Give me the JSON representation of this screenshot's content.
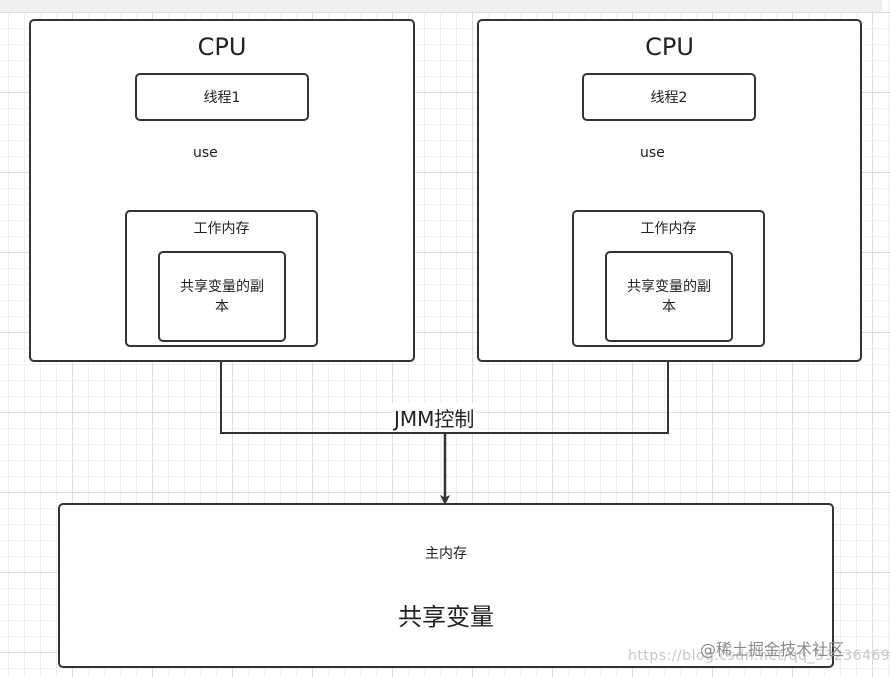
{
  "cpus": [
    {
      "title": "CPU",
      "thread": "线程1",
      "use_label": "use",
      "working_memory": "工作内存",
      "copy_lines": [
        "共享变量的副",
        "本"
      ]
    },
    {
      "title": "CPU",
      "thread": "线程2",
      "use_label": "use",
      "working_memory": "工作内存",
      "copy_lines": [
        "共享变量的副",
        "本"
      ]
    }
  ],
  "jmm_label": "JMM控制",
  "main_memory": {
    "title": "主内存",
    "content": "共享变量"
  },
  "watermark": {
    "faint": "https://blog.csdn.net/qq_53236469",
    "text": "@稀土掘金技术社区"
  },
  "colors": {
    "stroke": "#333333",
    "grid": "#dcdcdc"
  }
}
